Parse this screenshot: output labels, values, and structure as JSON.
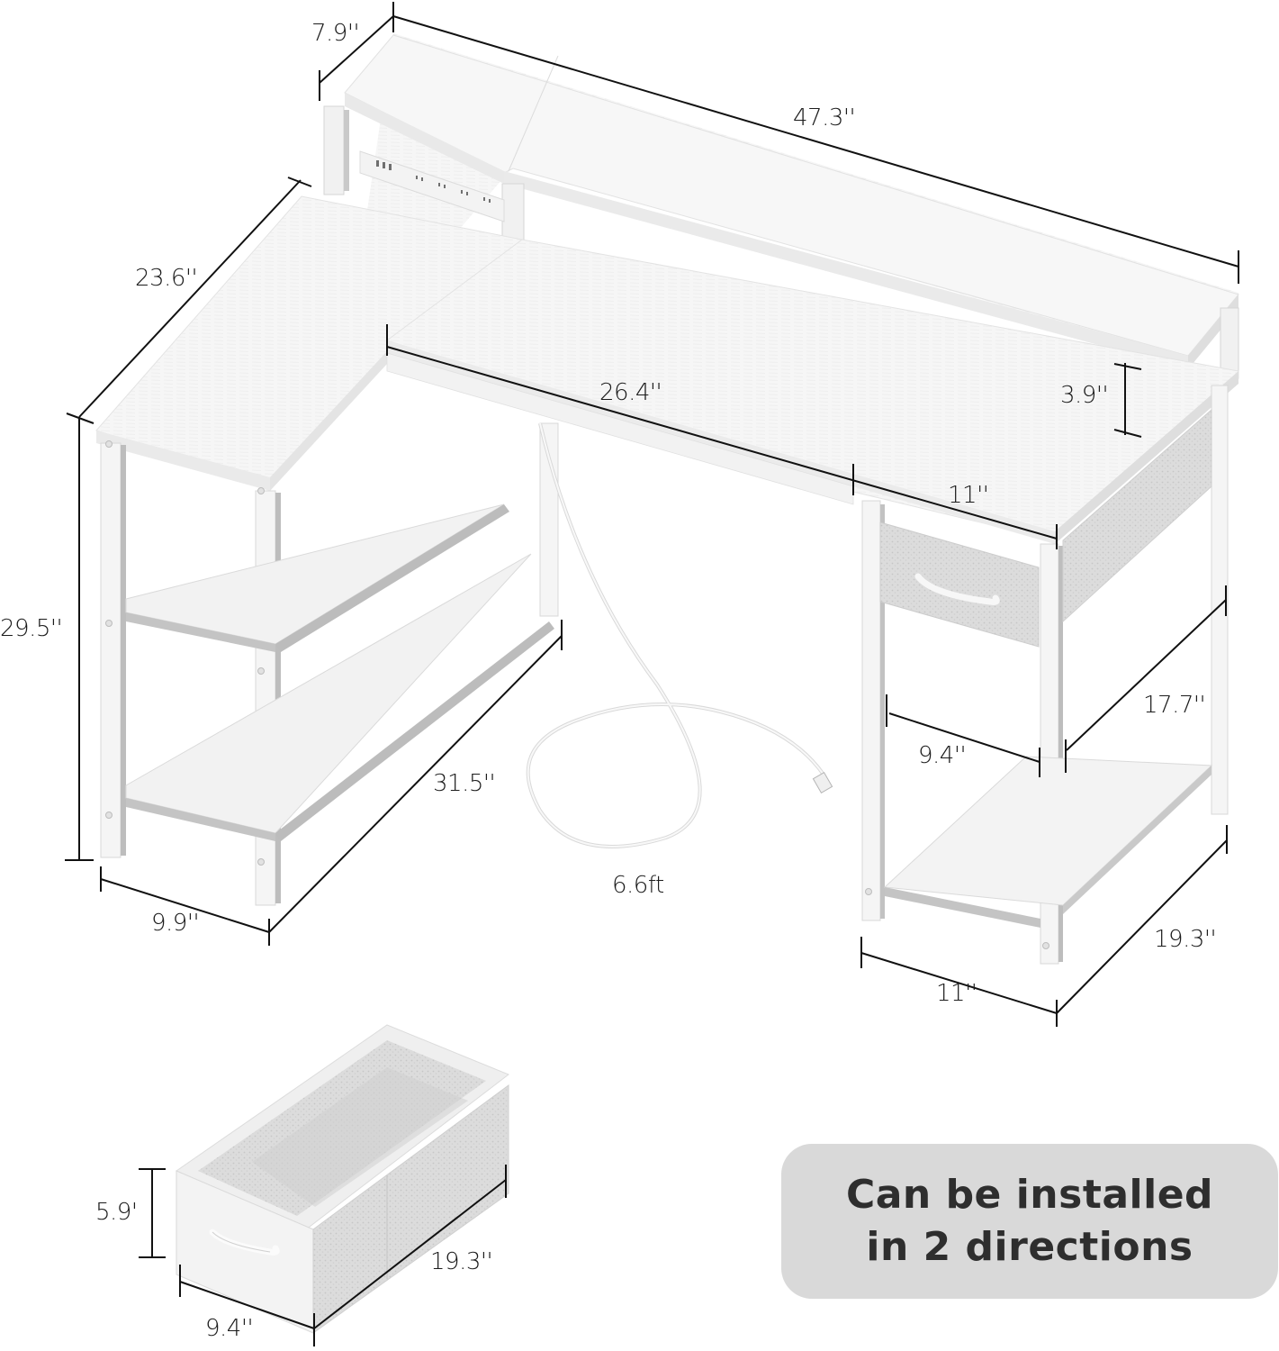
{
  "diagram": {
    "subject": "L-shaped computer desk with monitor stand and storage drawer",
    "colors": {
      "background": "#ffffff",
      "desk_surface": "#f4f4f4",
      "desk_edge": "#e6e6e6",
      "frame": "#f0f0f0",
      "frame_shadow": "#b9b9b9",
      "fabric": "#d8d8d8",
      "dimension_line": "#111111",
      "label_text": "#1c1c1c",
      "badge_bg": "#d9d9d9",
      "badge_text": "#2e2e2e"
    },
    "dimensions": {
      "stand_depth": "7.9''",
      "stand_length": "47.3''",
      "return_depth": "23.6''",
      "main_span": "26.4''",
      "drawer_section_width": "11''",
      "stand_height": "3.9''",
      "desk_height": "29.5''",
      "leg_opening_width": "9.4''",
      "leg_opening_depth": "17.7''",
      "return_length": "31.5''",
      "cord_length": "6.6ft",
      "left_width": "9.9''",
      "right_cabinet_width": "11''",
      "right_cabinet_depth": "19.3''"
    },
    "drawer": {
      "height": "5.9'",
      "depth": "19.3''",
      "width": "9.4''"
    },
    "features": {
      "power_strip": {
        "usb_ports": 3,
        "outlets": 4
      }
    },
    "badge": {
      "line1": "Can be installed",
      "line2": "in 2 directions"
    }
  }
}
